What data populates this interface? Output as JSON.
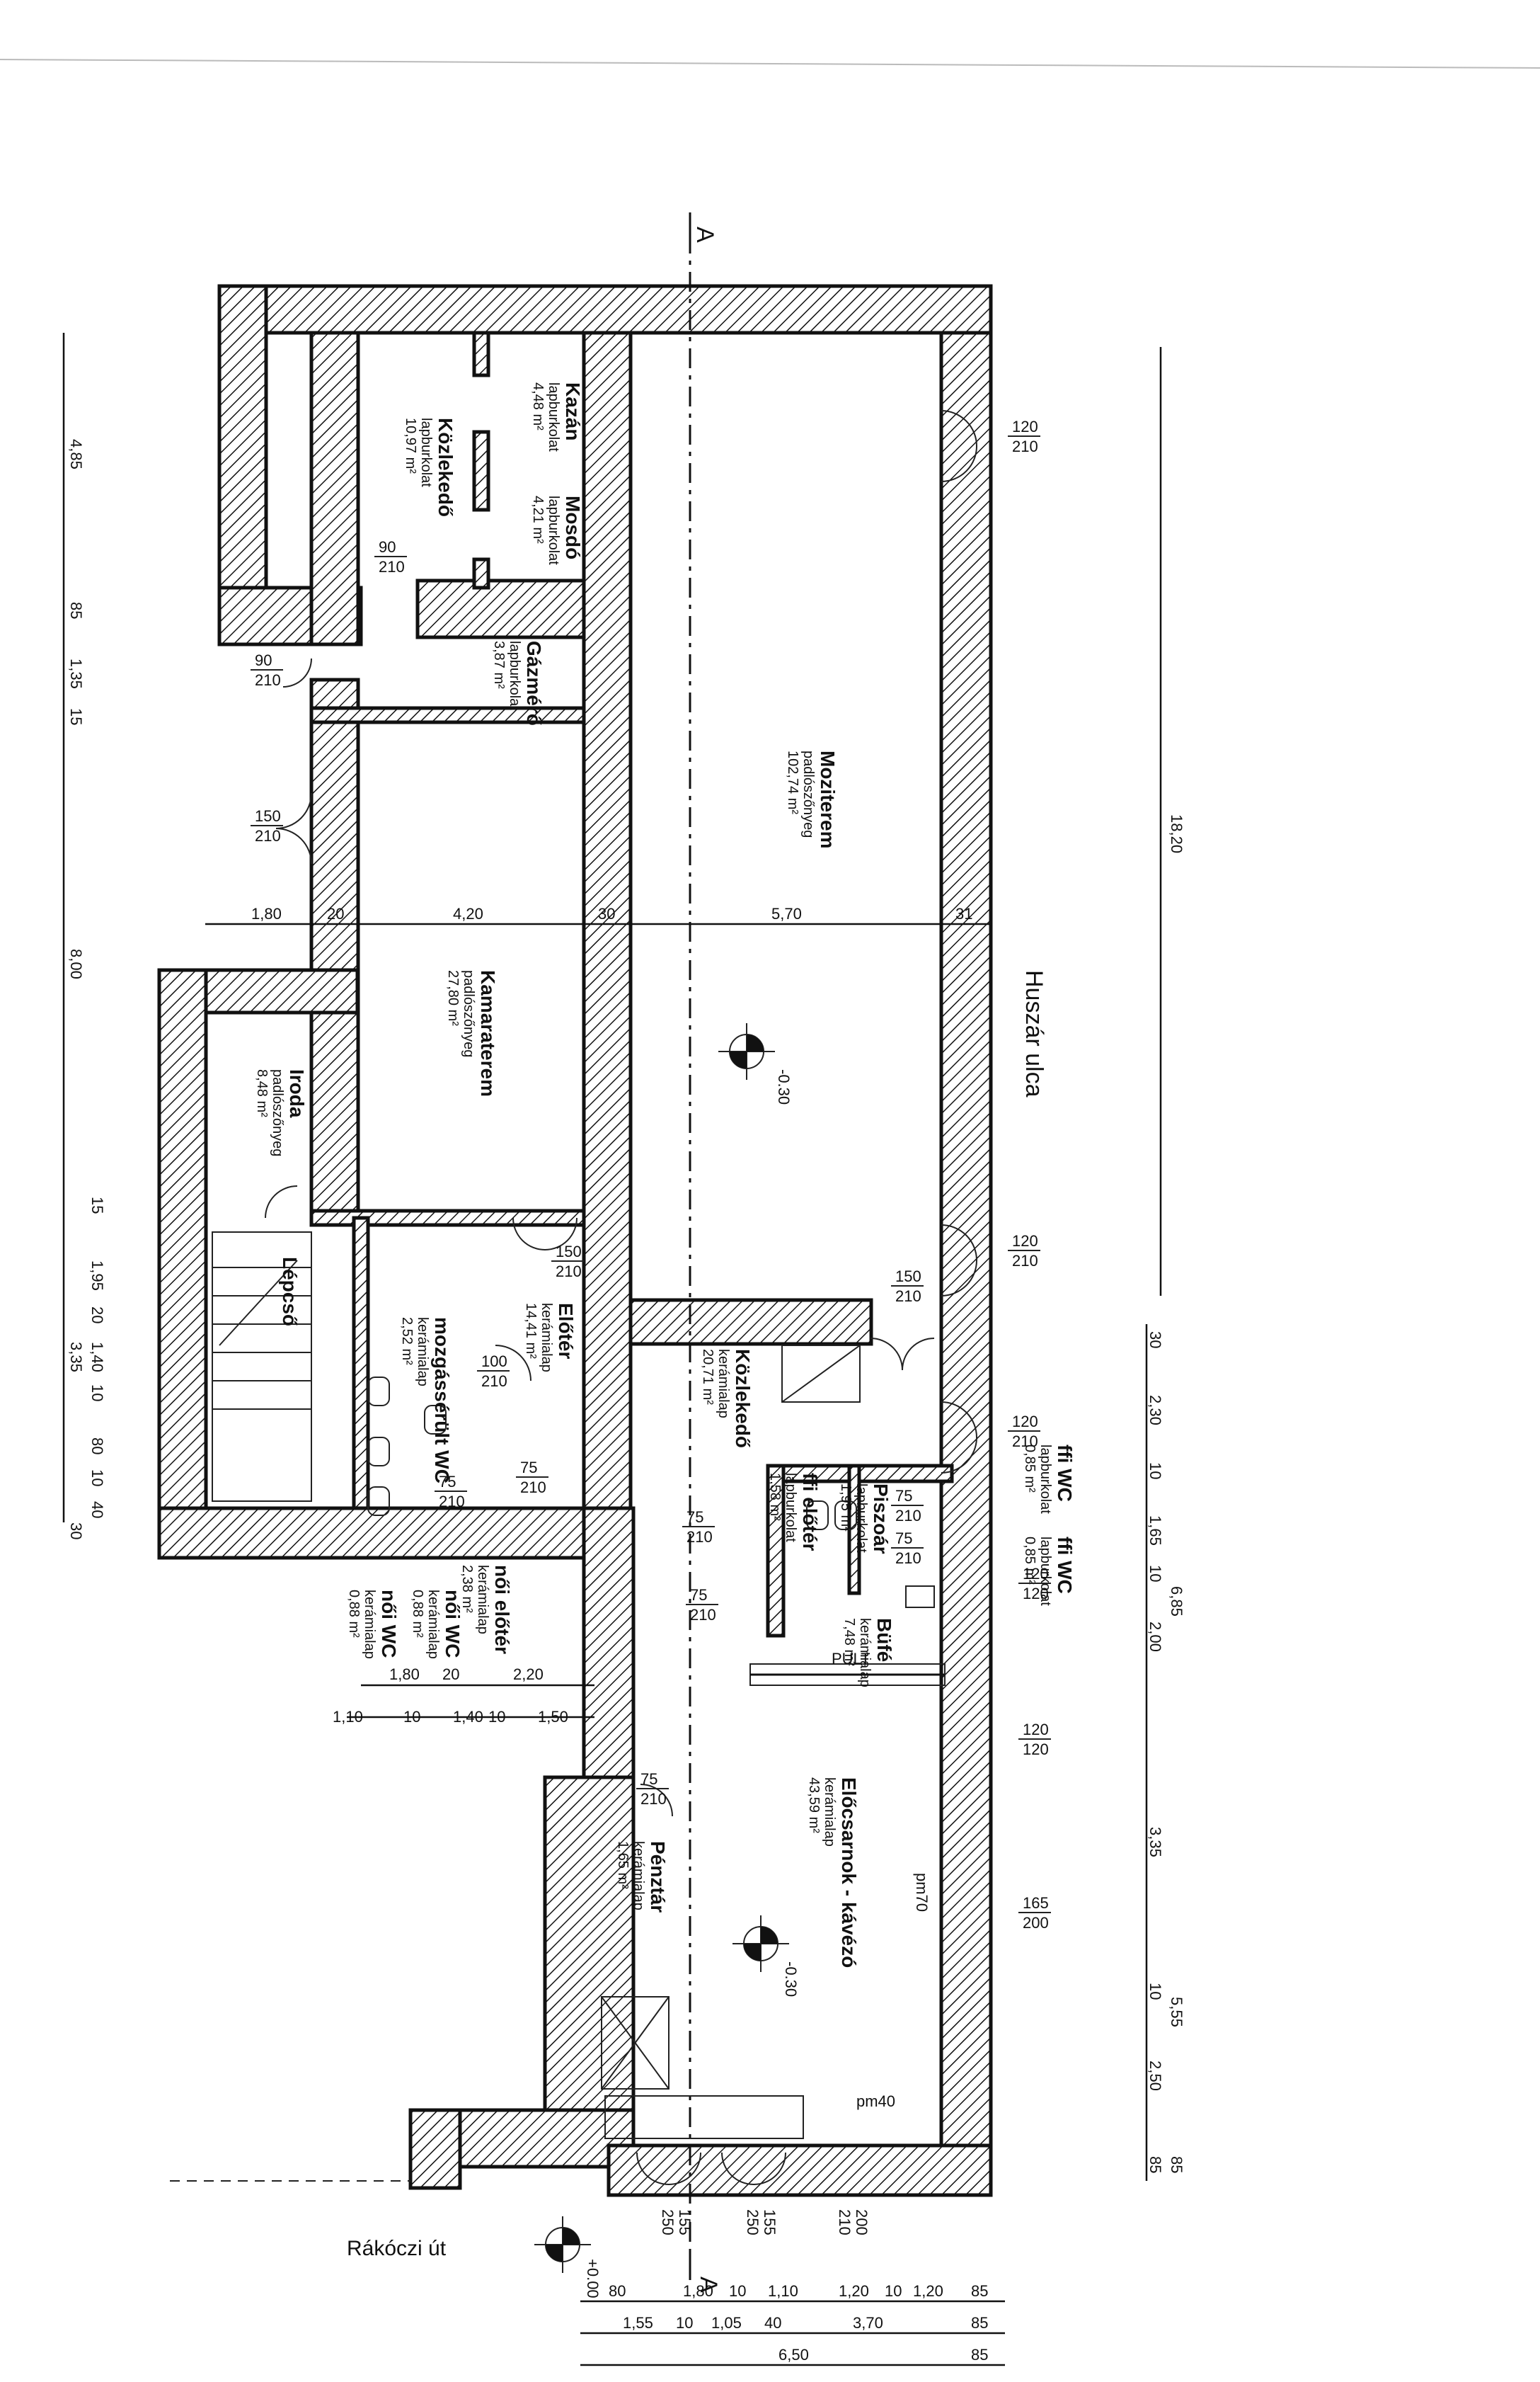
{
  "street_labels": {
    "huszar": "Huszár ulca",
    "rakoczi": "Rákóczi út"
  },
  "section_marks": {
    "top": "A",
    "bottom": "A"
  },
  "levels": {
    "mozi": "-0.30",
    "eloter": "-0.30",
    "entrance": "+0.00"
  },
  "rooms": [
    {
      "id": "kazan",
      "name": "Kazán",
      "finish": "lapburkolat",
      "area": "4,48 m²"
    },
    {
      "id": "mosdo",
      "name": "Mosdó",
      "finish": "lapburkolat",
      "area": "4,21 m²"
    },
    {
      "id": "kozlekedo1",
      "name": "Közlekedő",
      "finish": "lapburkolat",
      "area": "10,97 m²"
    },
    {
      "id": "gazmero",
      "name": "Gázmérő",
      "finish": "lapburkolat",
      "area": "3,87 m²"
    },
    {
      "id": "moziterem",
      "name": "Moziterem",
      "finish": "padlószőnyeg",
      "area": "102,74 m²"
    },
    {
      "id": "kamaraterem",
      "name": "Kamaraterem",
      "finish": "padlószőnyeg",
      "area": "27,80 m²"
    },
    {
      "id": "iroda",
      "name": "Iroda",
      "finish": "padlószőnyeg",
      "area": "8,48 m²"
    },
    {
      "id": "lepcso",
      "name": "Lépcső",
      "finish": "",
      "area": ""
    },
    {
      "id": "eloter",
      "name": "Előtér",
      "finish": "kerámialap",
      "area": "14,41 m²"
    },
    {
      "id": "mozgasserult",
      "name": "mozgássérült WC",
      "finish": "kerámialap",
      "area": "2,52 m²"
    },
    {
      "id": "noi_eloter",
      "name": "női előtér",
      "finish": "kerámialap",
      "area": "2,38 m²"
    },
    {
      "id": "noi_wc1",
      "name": "női WC",
      "finish": "kerámialap",
      "area": "0,88 m²"
    },
    {
      "id": "noi_wc2",
      "name": "női WC",
      "finish": "kerámialap",
      "area": "0,88 m²"
    },
    {
      "id": "kozlekedo2",
      "name": "Közlekedő",
      "finish": "kerámialap",
      "area": "20,71 m²"
    },
    {
      "id": "ffi_wc1",
      "name": "ffi WC",
      "finish": "lapburkolat",
      "area": "0,85 m²"
    },
    {
      "id": "ffi_wc2",
      "name": "ffi WC",
      "finish": "lapburkolat",
      "area": "0,85 m²"
    },
    {
      "id": "piszoar",
      "name": "Piszoár",
      "finish": "lapburkolat",
      "area": "1,95 m²"
    },
    {
      "id": "ffi_eloter",
      "name": "ffi előtér",
      "finish": "lapburkolat",
      "area": "1,58 m²"
    },
    {
      "id": "bufe",
      "name": "Büfé",
      "finish": "kerámialap",
      "area": "7,48 m²"
    },
    {
      "id": "eloter_kavezo",
      "name": "Előcsarnok - kávézó",
      "finish": "kerámialap",
      "area": "43,59 m²"
    },
    {
      "id": "penztar",
      "name": "Pénztár",
      "finish": "kerámialap",
      "area": "1,65 m²"
    }
  ],
  "counter": "PULT",
  "door_labels": [
    {
      "w": "120",
      "h": "210"
    },
    {
      "w": "120",
      "h": "210"
    },
    {
      "w": "120",
      "h": "210"
    },
    {
      "w": "150",
      "h": "210"
    },
    {
      "w": "90",
      "h": "210"
    },
    {
      "w": "150",
      "h": "210"
    },
    {
      "w": "90",
      "h": "210"
    },
    {
      "w": "150",
      "h": "210"
    },
    {
      "w": "100",
      "h": "210"
    },
    {
      "w": "75",
      "h": "210"
    },
    {
      "w": "75",
      "h": "210"
    },
    {
      "w": "75",
      "h": "210"
    },
    {
      "w": "75",
      "h": "210"
    },
    {
      "w": "75",
      "h": "210"
    },
    {
      "w": "75",
      "h": "210"
    },
    {
      "w": "120",
      "h": "120"
    },
    {
      "w": "120",
      "h": "120"
    },
    {
      "w": "165",
      "h": "200"
    },
    {
      "w": "155",
      "h": "250"
    },
    {
      "w": "155",
      "h": "250"
    },
    {
      "w": "200",
      "h": "210"
    },
    {
      "w": "75",
      "h": "210"
    }
  ],
  "parapets": [
    "pm70",
    "pm40"
  ],
  "dims_left": [
    "4,85",
    "85",
    "1,35",
    "15",
    "8,00",
    "15",
    "1,95",
    "20",
    "1,40",
    "10",
    "80",
    "10",
    "40",
    "3,35",
    "30"
  ],
  "dims_right": [
    "18,20",
    "30",
    "2,30",
    "10",
    "1,65",
    "10",
    "2,00",
    "6,85",
    "3,35",
    "10",
    "5,55",
    "2,50",
    "85",
    "85"
  ],
  "dims_mid": [
    "1,80",
    "20",
    "4,20",
    "30",
    "5,70",
    "31"
  ],
  "dims_wc": [
    "1,80",
    "20",
    "2,20",
    "1,10",
    "10",
    "1,40",
    "10",
    "1,50"
  ],
  "dims_bottom": [
    "80",
    "1,80",
    "10",
    "1,10",
    "1,20",
    "10",
    "1,20",
    "85",
    "1,55",
    "10",
    "1,05",
    "40",
    "3,70",
    "85",
    "6,50",
    "85"
  ]
}
